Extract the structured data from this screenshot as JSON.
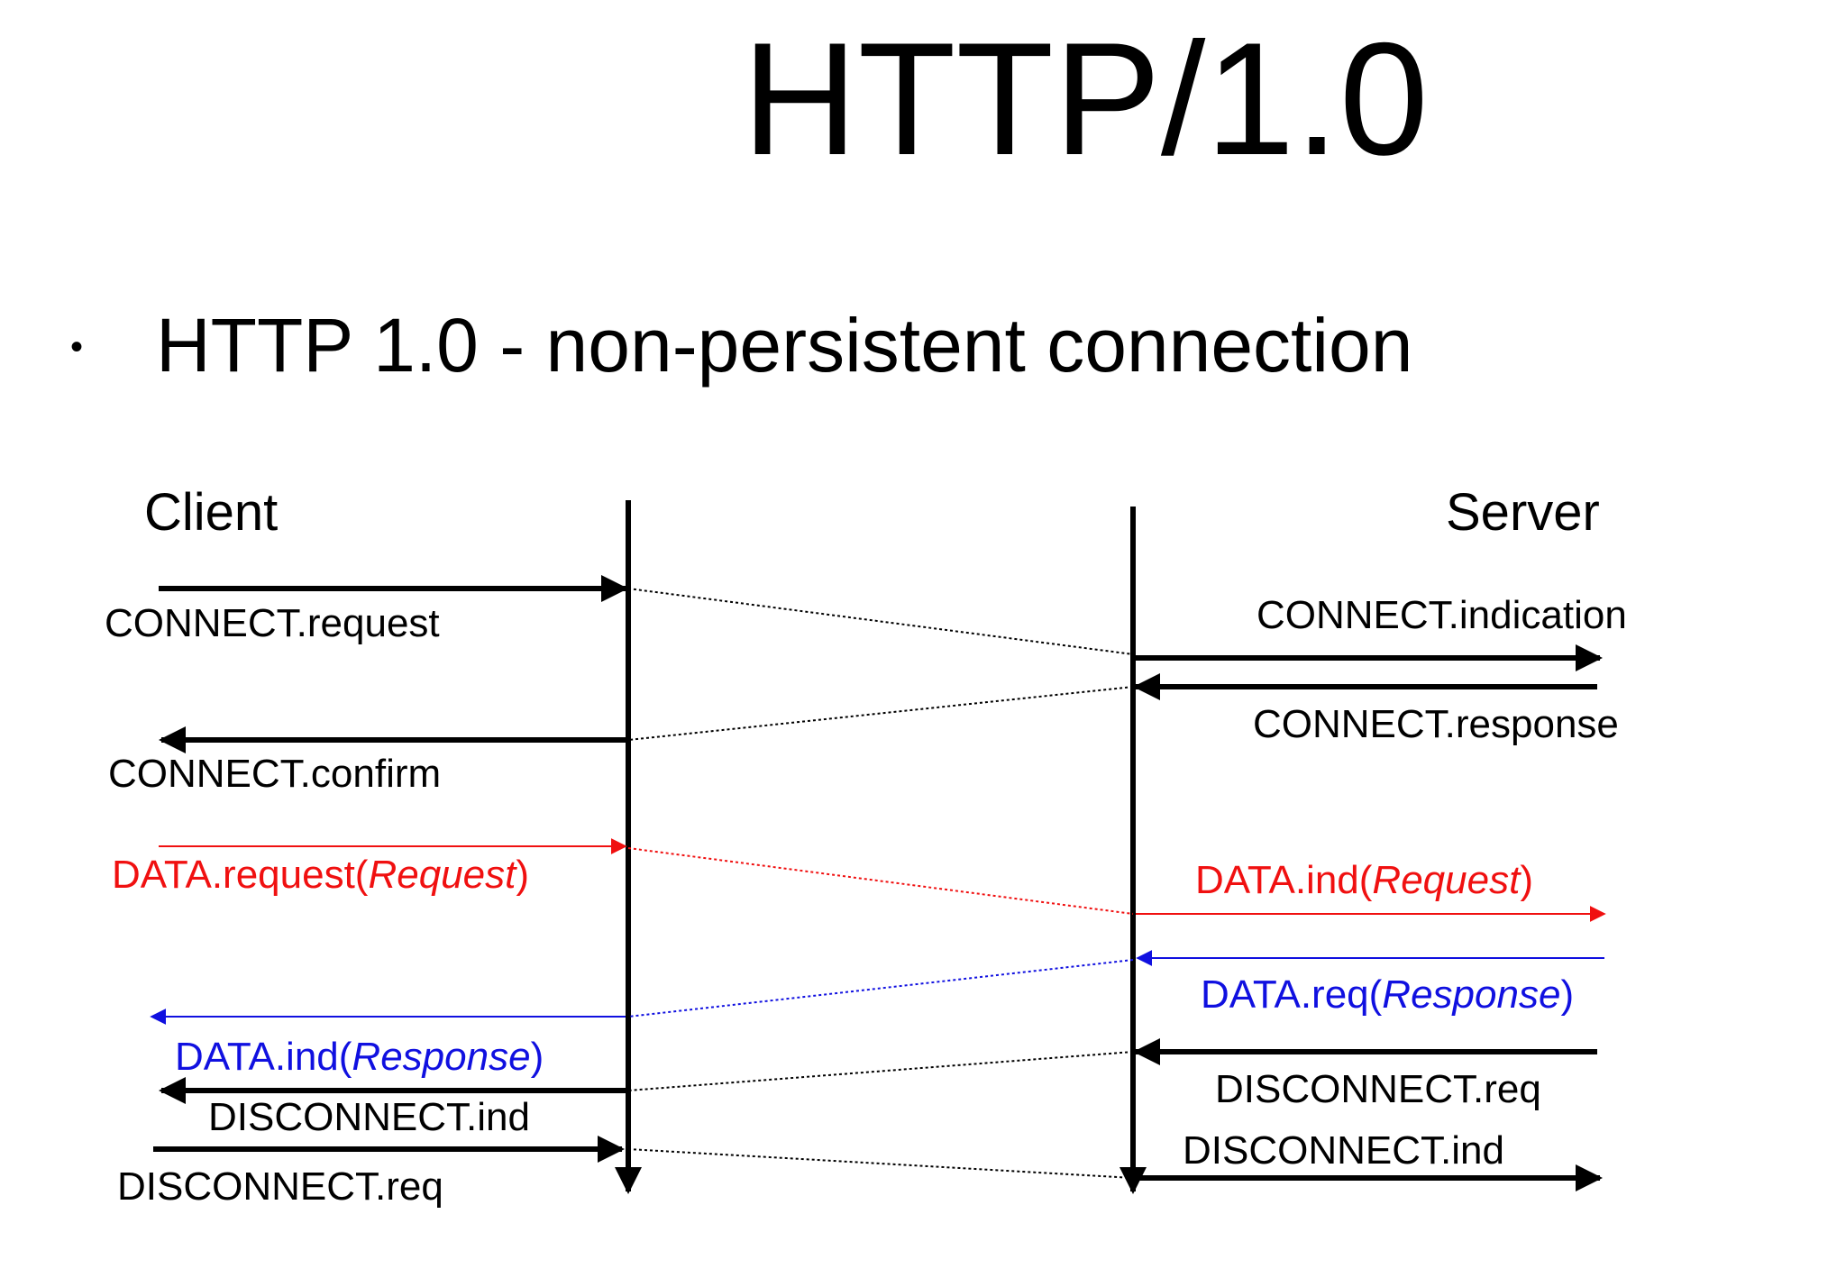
{
  "title": "HTTP/1.0",
  "bullet": "•",
  "subtitle": "HTTP 1.0 - non-persistent connection",
  "client_label": "Client",
  "server_label": "Server",
  "client_side": {
    "connect_request": "CONNECT.request",
    "connect_confirm": "CONNECT.confirm",
    "data_request": {
      "prefix": "DATA.request(",
      "arg": "Request",
      "suffix": ")"
    },
    "data_ind": {
      "prefix": "DATA.ind(",
      "arg": "Response",
      "suffix": ")"
    },
    "disconnect_ind": "DISCONNECT.ind",
    "disconnect_req": "DISCONNECT.req"
  },
  "server_side": {
    "connect_indication": "CONNECT.indication",
    "connect_response": "CONNECT.response",
    "data_ind": {
      "prefix": "DATA.ind(",
      "arg": "Request",
      "suffix": ")"
    },
    "data_req": {
      "prefix": "DATA.req(",
      "arg": "Response",
      "suffix": ")"
    },
    "disconnect_req": "DISCONNECT.req",
    "disconnect_ind": "DISCONNECT.ind"
  },
  "colors": {
    "request": "#f01010",
    "response": "#1010e0",
    "control": "#000000"
  }
}
